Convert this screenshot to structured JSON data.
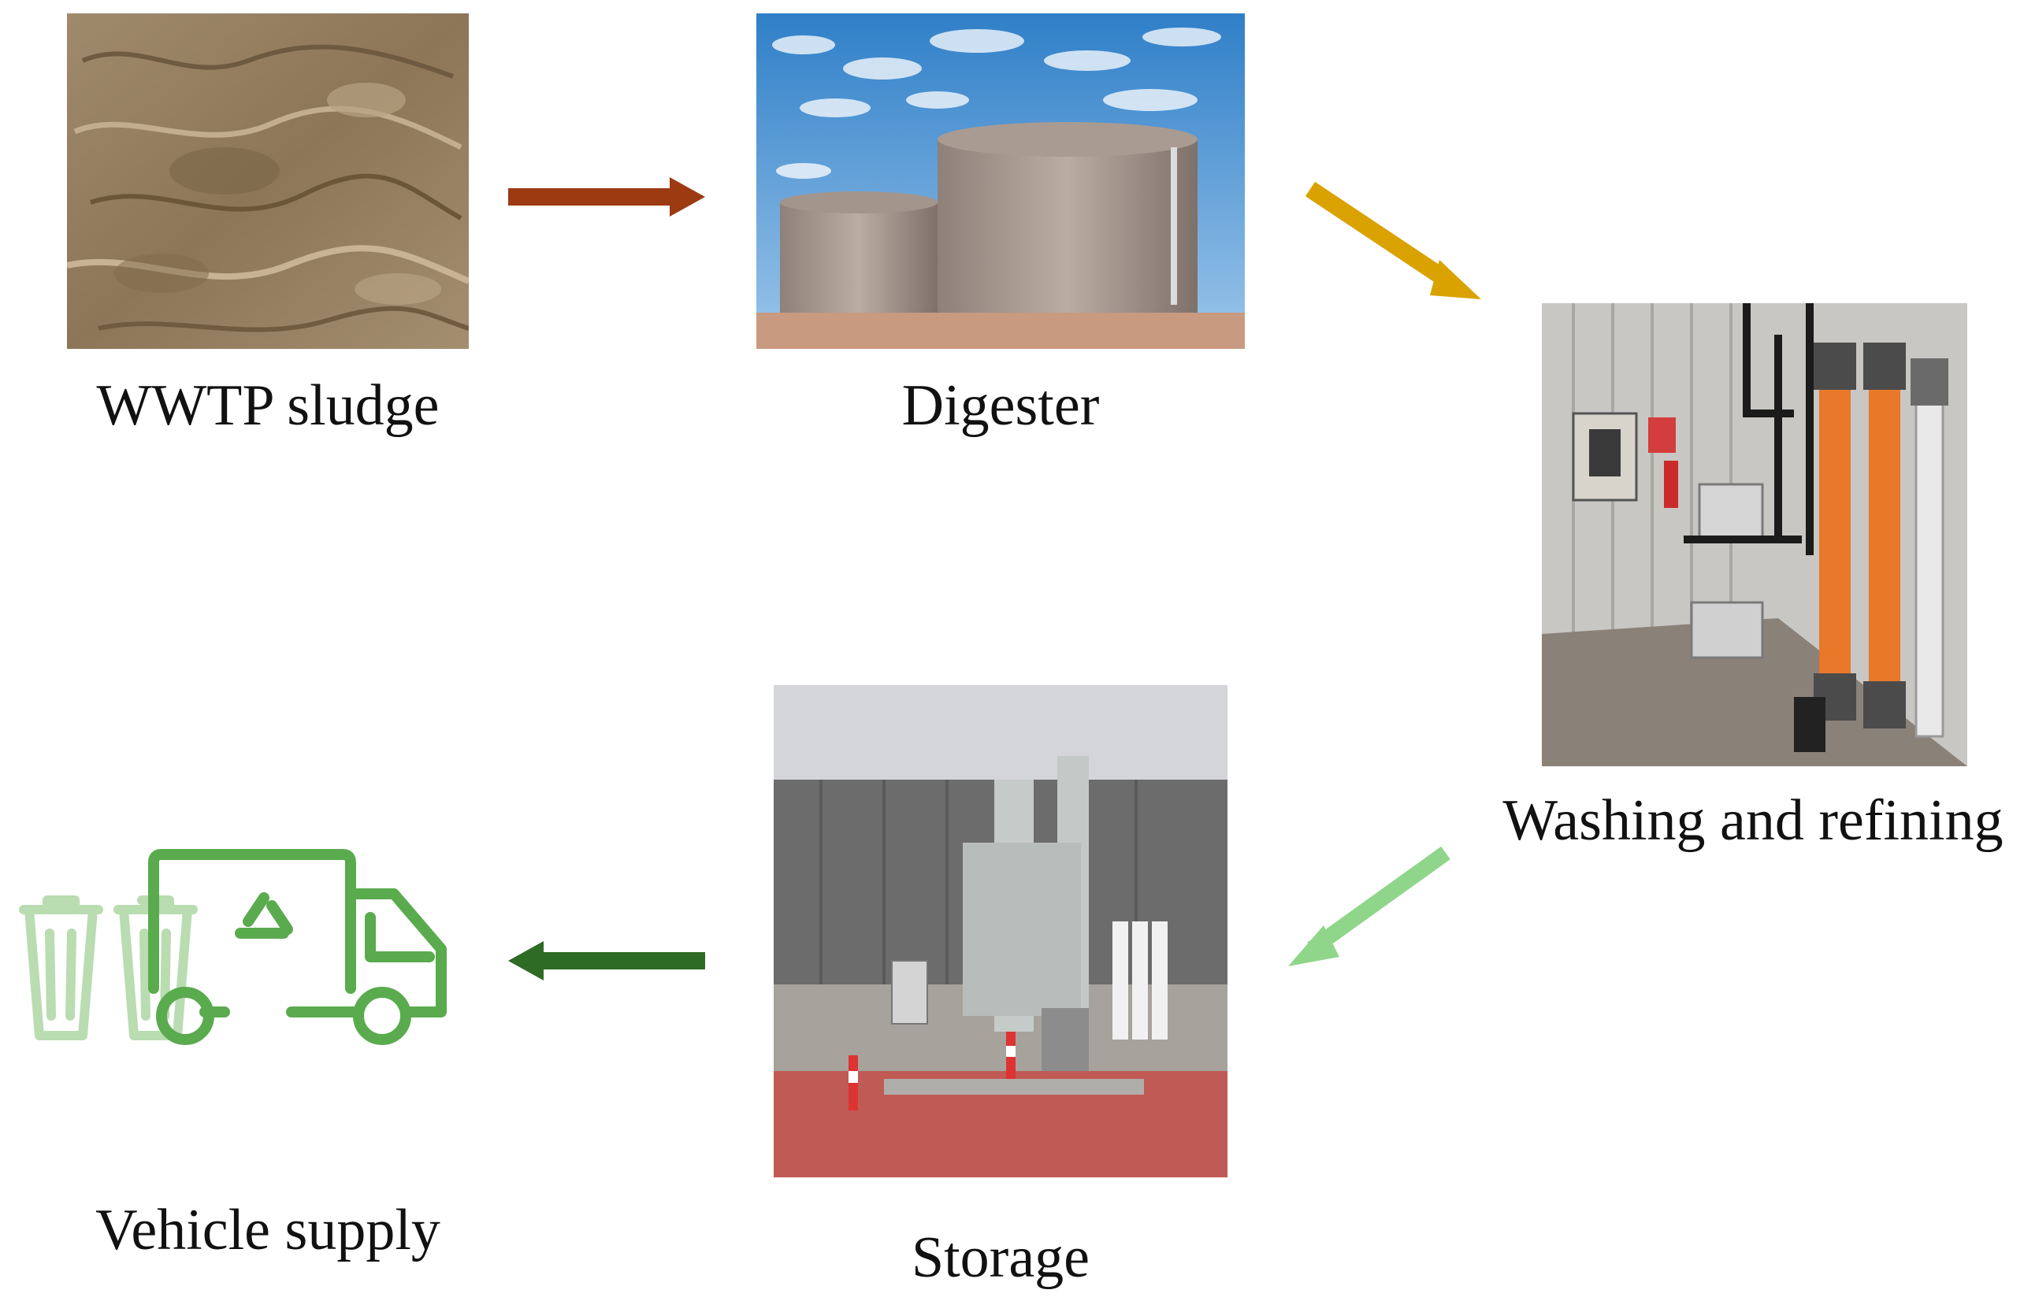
{
  "steps": [
    {
      "id": "sludge",
      "label": "WWTP sludge"
    },
    {
      "id": "digester",
      "label": "Digester"
    },
    {
      "id": "washing",
      "label": "Washing and refining"
    },
    {
      "id": "storage",
      "label": "Storage"
    },
    {
      "id": "vehicle",
      "label": "Vehicle supply"
    }
  ],
  "arrows": [
    {
      "from": "sludge",
      "to": "digester",
      "color": "#9c3a12"
    },
    {
      "from": "digester",
      "to": "washing",
      "color": "#d9a200"
    },
    {
      "from": "washing",
      "to": "storage",
      "color": "#8fd68a"
    },
    {
      "from": "storage",
      "to": "vehicle",
      "color": "#2e6b25"
    }
  ],
  "icons": {
    "truck": "garbage-truck-icon",
    "bins": "trash-bin-icon"
  },
  "colors": {
    "truck_green": "#5aab4e",
    "bin_green": "#b9dcb1"
  }
}
